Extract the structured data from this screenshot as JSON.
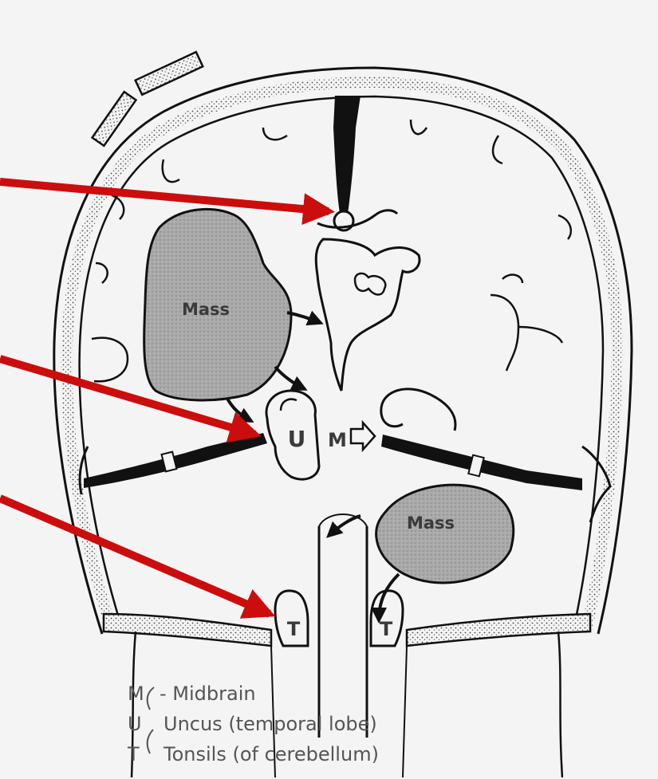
{
  "labels": {
    "mass_upper": "Mass",
    "mass_lower": "Mass",
    "uncus": "U",
    "midbrain": "M",
    "tonsil_left": "T",
    "tonsil_right": "T"
  },
  "legend": [
    {
      "key": "M",
      "text": "- Midbrain"
    },
    {
      "key": "U",
      "text": "Uncus (temporal lobe)"
    },
    {
      "key": "T",
      "text": "Tonsils (of cerebellum)"
    }
  ],
  "colors": {
    "pointer_arrow": "#cc0d0d",
    "mass_fill": "#a9a9a9",
    "ink": "#111111",
    "paper": "#f4f4f4"
  }
}
